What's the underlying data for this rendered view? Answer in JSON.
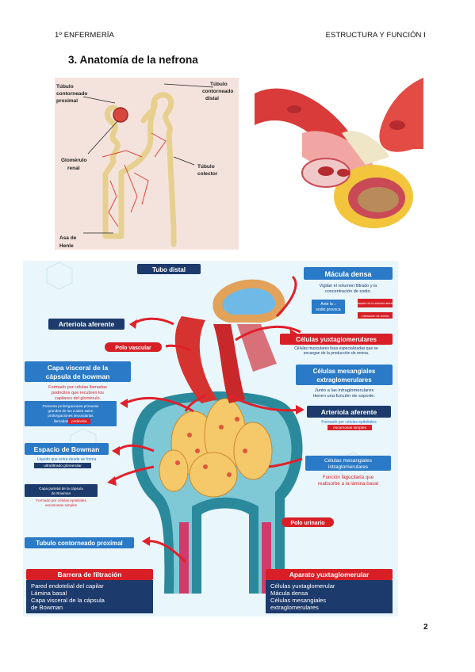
{
  "header": {
    "left": "1º ENFERMERÍA",
    "right": "ESTRUCTURA Y FUNCIÓN I"
  },
  "section_title": "3.  Anatomía de la nefrona",
  "figure1": {
    "labels": {
      "proximal_1": "Túbulo",
      "proximal_2": "contorneado",
      "proximal_3": "proximal",
      "distal_1": "Túbulo",
      "distal_2": "contorneado",
      "distal_3": "distal",
      "glomerulo_1": "Glomérulo",
      "glomerulo_2": "renal",
      "colector_1": "Túbulo",
      "colector_2": "colector",
      "henle_1": "Asa de",
      "henle_2": "Henle"
    }
  },
  "figure3": {
    "tubo_distal": "Tubo distal",
    "macula_densa": {
      "title": "Mácula densa",
      "desc_1": "Vigilan el volumen filtrado y la",
      "desc_2": "concentración de sodio."
    },
    "ante_sodio_1": "Ante la ↓",
    "ante_sodio_2": "sodio provoca",
    "red_note_1": "Dilatación de la arteriola aferente",
    "red_note_2": "Liberación de renina",
    "arteriola_aferente_left": "Arteriola aferente",
    "polo_vascular": "Polo vascular",
    "celulas_yuxta": {
      "title": "Células yuxtaglomerulares",
      "desc_1": "Células musculares lisas especializadas que se",
      "desc_2": "encargan de la producción de renina."
    },
    "capa_visceral": {
      "title_1": "Capa visceral de la",
      "title_2": "cápsula de bowman",
      "red_1": "Formado por células llamadas",
      "red_2": "podocitos que recubren los",
      "red_3": "capilares del glomérulo."
    },
    "podocitos_box": {
      "line_1": "Presenta prolongaciones primarias",
      "line_2": "grandes de las cuales salen",
      "line_3": "prolongaciones secundarias",
      "line_4": "llamadas",
      "highlight": "pedicelos"
    },
    "mesangiales_extra": {
      "title_1": "Células mesangiales",
      "title_2": "extraglomerulares",
      "desc_1": "Junto a las intraglomerulares",
      "desc_2": "tienen una función de soporte."
    },
    "arteriola_aferente_right": {
      "title": "Arteriola aferente",
      "desc_1": "Formado por células epiteliales",
      "desc_2": "escamosas simples"
    },
    "espacio_bowman": {
      "title": "Espacio de Bowman",
      "desc_1": "Líquido que entra desde se forma",
      "desc_2": "ultrafiltrado glomerular"
    },
    "mesangiales_intra": {
      "title_1": "Células mesangiales",
      "title_2": "intraglomerulares",
      "red_1": "Función fagocitaria que",
      "red_2": "reabsorbe a la lámina basal"
    },
    "capa_parietal": {
      "line_1": "Capa parietal de la cápsula",
      "line_2": "de Bowman",
      "red_1": "Formado por células epiteliales",
      "red_2": "escamosas simples"
    },
    "polo_urinario": "Polo urinario",
    "tubulo_proximal": "Tubulo contorneado proximal",
    "barrera": {
      "title": "Barrera de filtración",
      "items": [
        "Pared endotelial del capilar",
        "Lámina basal",
        "Capa visceral de la cápsula",
        "de Bowman"
      ]
    },
    "aparato": {
      "title": "Aparato yuxtaglomerular",
      "items": [
        "Células yuxtaglomerular",
        "Mácula densa",
        "Células mesangiales",
        "extraglomerulares"
      ]
    }
  },
  "page_number": "2",
  "colors": {
    "navy": "#1c3a6b",
    "red": "#d81f26",
    "blue": "#2a7ac7",
    "artery": "#d6322f",
    "tubule": "#e8d393",
    "bg_blue": "#e9f6fc"
  }
}
